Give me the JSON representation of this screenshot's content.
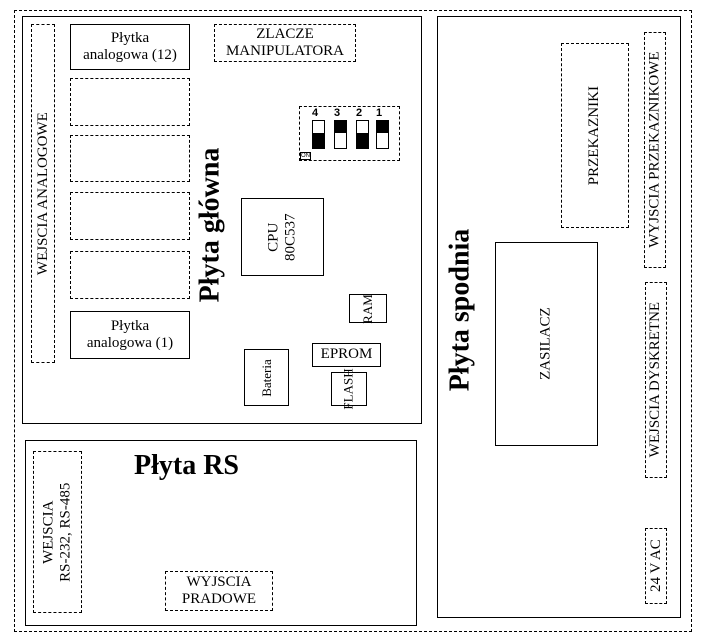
{
  "main_board": {
    "title": "Płyta główna",
    "analog_inputs": "WEJSCIA ANALOGOWE",
    "analog_card_top": [
      "Płytka",
      "analogowa (12)"
    ],
    "analog_card_bottom": [
      "Płytka",
      "analogowa (1)"
    ],
    "manipulator_connector": [
      "ZLACZE",
      "MANIPULATORA"
    ],
    "dip_switch": {
      "numbers": [
        "4",
        "3",
        "2",
        "1"
      ],
      "on_label": "ON"
    },
    "cpu": [
      "CPU",
      "80C537"
    ],
    "ram": "RAM",
    "eprom": "EPROM",
    "flash": "FLASH",
    "battery": "Bateria"
  },
  "rs_board": {
    "title": "Płyta RS",
    "inputs": [
      "WEJSCIA",
      "RS-232, RS-485"
    ],
    "current_outputs": [
      "WYJSCIA",
      "PRADOWE"
    ]
  },
  "bottom_board": {
    "title": "Płyta spodnia",
    "relays": "PRZEKAZNIKI",
    "relay_outputs": "WYJSCIA PRZEKAZNIKOWE",
    "power_supply": "ZASILACZ",
    "discrete_inputs": "WEJSCIA DYSKRETNE",
    "power_input": "24 V AC"
  }
}
